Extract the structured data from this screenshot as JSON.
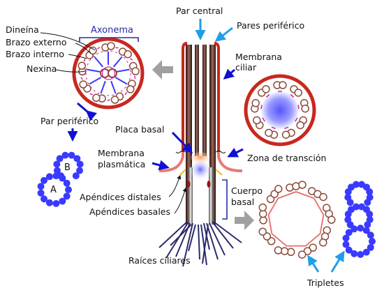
{
  "labels": {
    "par_central": "Par central",
    "pares_periferico": "Pares periférico",
    "axonema": "Axonema",
    "dineina": "Dineína",
    "brazo_externo": "Brazo externo",
    "brazo_interno": "Brazo interno",
    "nexina": "Nexina",
    "membrana_ciliar_1": "Membrana",
    "membrana_ciliar_2": "ciliar",
    "par_periferico": "Par periférico",
    "placa_basal": "Placa basal",
    "membrana_plasmatica_1": "Membrana",
    "membrana_plasmatica_2": "plasmática",
    "zona_transicion": "Zona de transción",
    "doublet_b": "B",
    "doublet_a": "A",
    "apendices_distales": "Apéndices distales",
    "apendices_basales": "Apéndices basales",
    "cuerpo_basal_1": "Cuerpo",
    "cuerpo_basal_2": "basal",
    "raices_ciliares": "Raíces ciliares",
    "tripletes": "Tripletes"
  },
  "colors": {
    "membrane_red": "#c8281e",
    "arrow_blue": "#1010d0",
    "arrow_cyan": "#1f9ee8",
    "microtubule_blue": "#3a3aff",
    "doublet_brown": "#8a4a3a",
    "dynein_pink": "#d020a0",
    "root_purple": "#2a2a6a",
    "plasma_membrane": "#e87878",
    "gray_arrow": "#a0a0a0"
  }
}
